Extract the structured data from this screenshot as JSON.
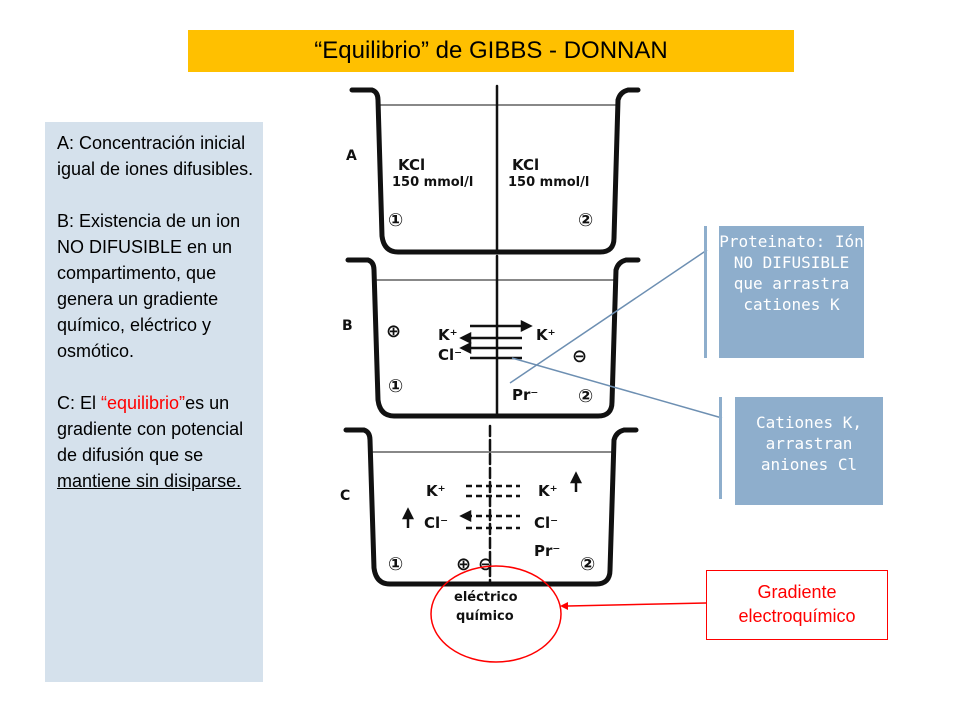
{
  "title": "“Equilibrio” de  GIBBS - DONNAN",
  "left_text": {
    "a": "A:  Concentración inicial  igual de iones difusibles.",
    "b": "B: Existencia de un ion NO DIFUSIBLE en un compartimento, que genera un gradiente químico, eléctrico y osmótico.",
    "c_prefix": "C: El ",
    "c_red": "“equilibrio”",
    "c_mid": "es un gradiente con potencial de difusión que se ",
    "c_underlined": "mantiene sin disiparse."
  },
  "callouts": {
    "proteinato": "Proteinato: Ión NO DIFUSIBLE que arrastra cationes K",
    "cationes": "Cationes K, arrastran aniones Cl",
    "gradiente": "Gradiente electroquímico"
  },
  "diagram": {
    "label_a": "A",
    "label_b": "B",
    "label_c": "C",
    "kcl_left": "KCl",
    "kcl_left_conc": "150 mmol/l",
    "kcl_right": "KCl",
    "kcl_right_conc": "150 mmol/l",
    "compartment_1": "①",
    "compartment_2": "②",
    "k_ion": "K⁺",
    "cl_ion": "Cl⁻",
    "pr_ion": "Pr⁻",
    "plus_sign": "⊕",
    "minus_sign": "⊖",
    "caption_line1": "eléctrico",
    "caption_line2": "químico"
  },
  "colors": {
    "title_bg": "#ffc000",
    "left_box_bg": "#d5e1ec",
    "callout_blue": "#8eaecc",
    "accent_red": "#ff0000"
  }
}
